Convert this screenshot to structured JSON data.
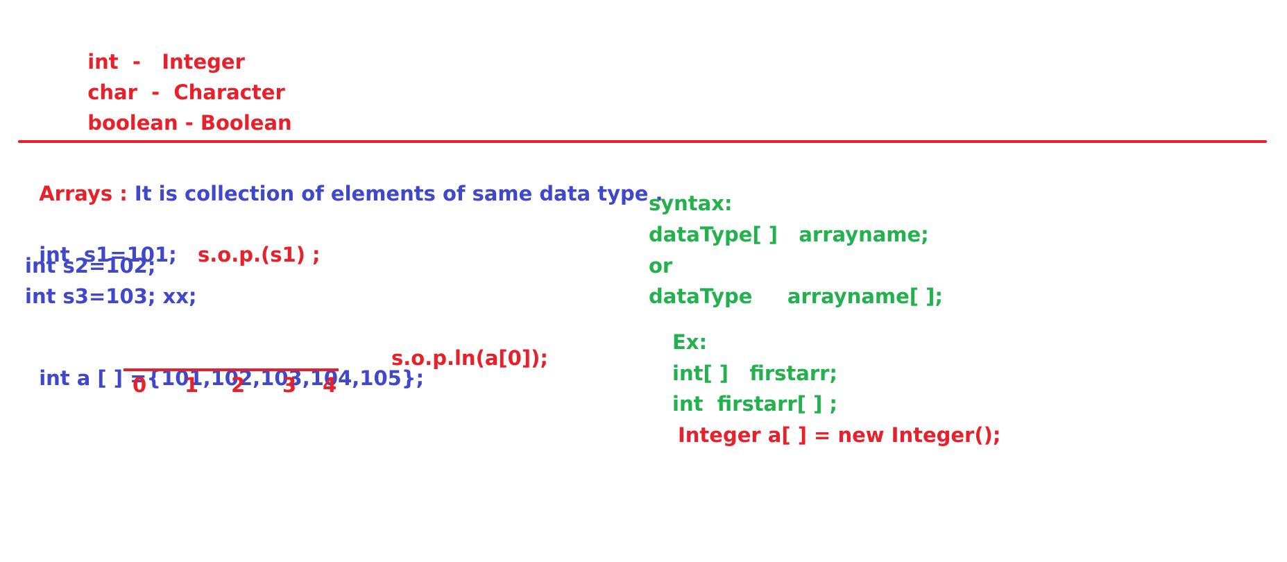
{
  "wrapper_types": [
    {
      "primitive": "int",
      "sep": "-",
      "wrapper": "Integer"
    },
    {
      "primitive": "char",
      "sep": "-",
      "wrapper": "Character"
    },
    {
      "primitive": "boolean",
      "sep": "-",
      "wrapper": "Boolean"
    }
  ],
  "arrays_heading": {
    "label": "Arrays :",
    "definition": "It is collection of elements of same data type ."
  },
  "declarations": {
    "s1": "int  s1=101;",
    "s1_print": "s.o.p.(s1) ;",
    "s2": "int s2=102;",
    "s3": "int s3=103; xx;",
    "array_prefix": "int a [ ] ={",
    "array_values": "101,102,103,104,105",
    "array_suffix": "};",
    "array_print": "s.o.p.ln(a[0]);",
    "indexes": [
      "0",
      "1",
      "2",
      "3",
      "4"
    ]
  },
  "syntax": {
    "title": "syntax:",
    "form1": "dataType[ ]   arrayname;",
    "or": "or",
    "form2": "dataType     arrayname[ ];"
  },
  "example": {
    "title": "Ex:",
    "line1": "int[ ]   firstarr;",
    "line2": "int  firstarr[ ] ;",
    "line3": "Integer a[ ] = new Integer();"
  },
  "colors": {
    "red": "#e8202a",
    "blue": "#3f48cc",
    "green": "#22b14c"
  }
}
